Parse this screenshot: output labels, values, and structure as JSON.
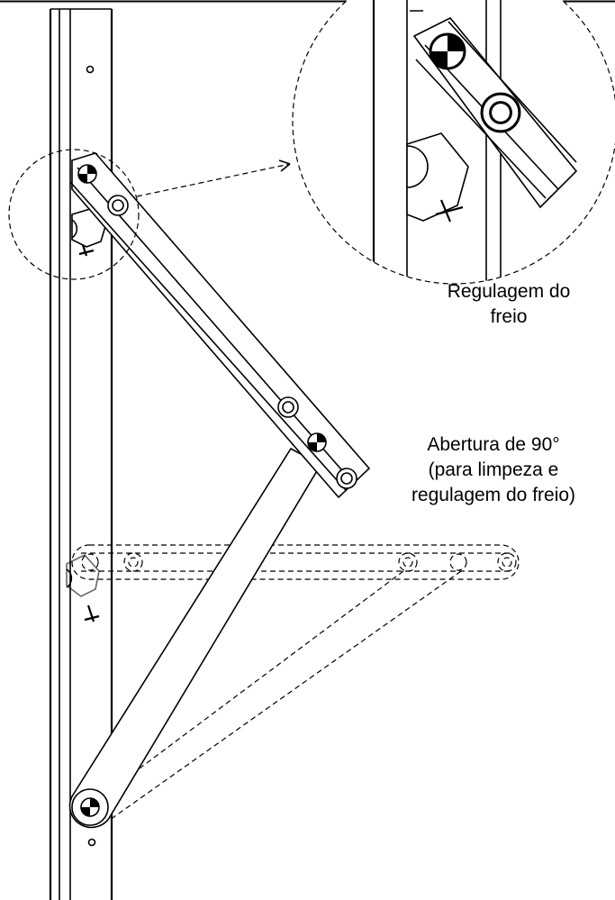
{
  "labels": {
    "brake_adjustment": [
      "Regulagem do",
      "freio"
    ],
    "opening": [
      "Abertura de 90°",
      "(para limpeza e",
      "regulagem do freio)"
    ]
  }
}
